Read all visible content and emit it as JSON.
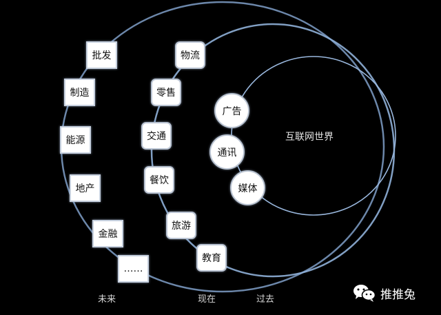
{
  "center_label": "互联网世界",
  "future_items": [
    "批发",
    "制造",
    "能源",
    "地产",
    "金融",
    "……"
  ],
  "present_items": [
    "物流",
    "零售",
    "交通",
    "餐饮",
    "旅游",
    "教育"
  ],
  "past_items": [
    "广告",
    "通讯",
    "媒体"
  ],
  "ring_labels": {
    "future": "未来",
    "present": "现在",
    "past": "过去"
  },
  "watermark": {
    "icon": "wechat-icon",
    "text": "推推兔"
  },
  "colors": {
    "background": "#000000",
    "ring": "#8fb0d8",
    "box_fill": "#ffffff"
  }
}
